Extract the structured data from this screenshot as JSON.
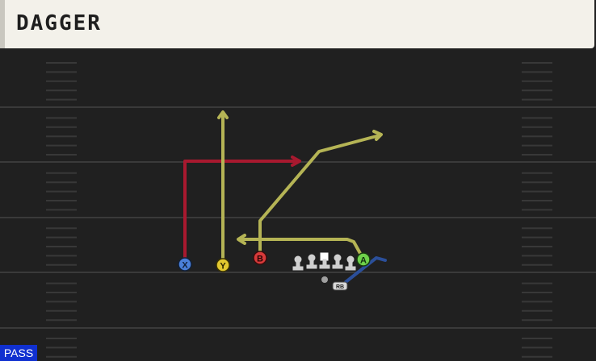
{
  "play": {
    "name": "DAGGER",
    "type_badge": "PASS"
  },
  "colors": {
    "background": "#202020",
    "header_bg": "#f3f1ea",
    "route_red": "#a8192f",
    "route_yellow": "#b5b455",
    "route_blue": "#2b4f9a",
    "badge_blue": "#1030d0"
  },
  "players": [
    {
      "id": "X",
      "label": "X",
      "color": "#4a7fd8"
    },
    {
      "id": "Y",
      "label": "Y",
      "color": "#e2c830"
    },
    {
      "id": "B",
      "label": "B",
      "color": "#d83a3a"
    },
    {
      "id": "A",
      "label": "A",
      "color": "#6ed24a"
    },
    {
      "id": "RB",
      "label": "RB",
      "color": "#d9d9d9"
    }
  ],
  "routes": [
    {
      "player": "X",
      "icon": "route-arrow-icon",
      "color": "#a8192f"
    },
    {
      "player": "Y",
      "icon": "route-arrow-icon",
      "color": "#b5b455"
    },
    {
      "player": "B",
      "icon": "route-arrow-icon",
      "color": "#b5b455"
    },
    {
      "player": "A",
      "icon": "route-arrow-icon",
      "color": "#b5b455"
    },
    {
      "player": "RB",
      "icon": "route-arrow-icon",
      "color": "#2b4f9a"
    }
  ]
}
